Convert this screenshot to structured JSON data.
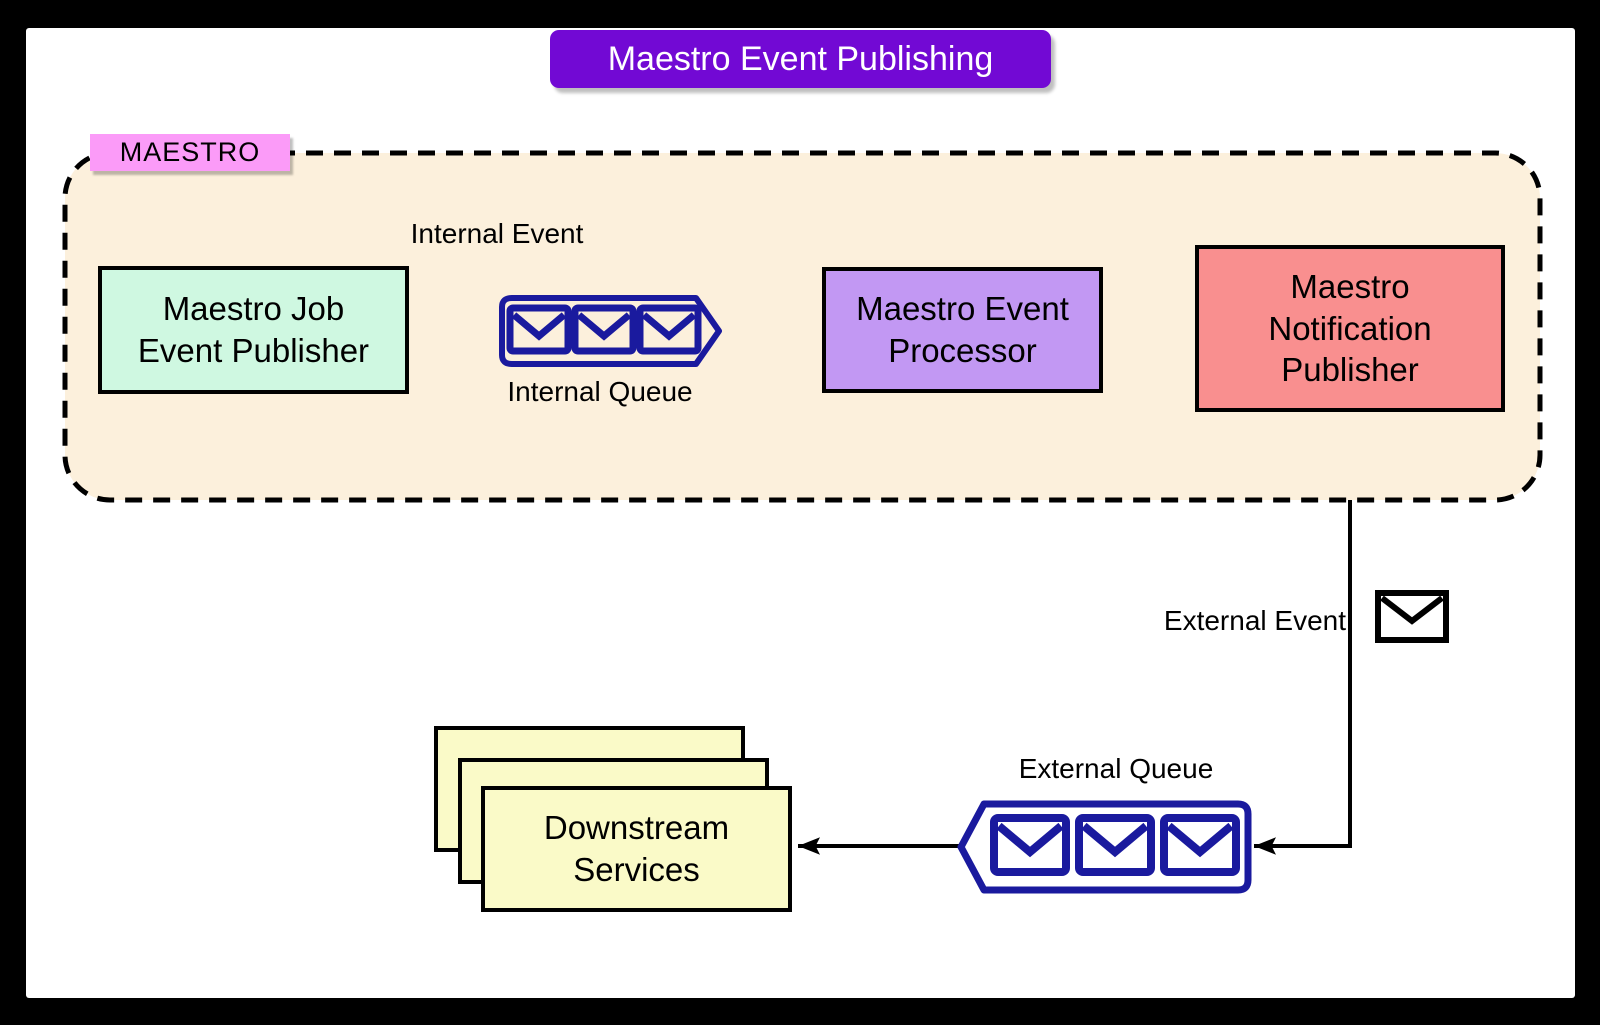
{
  "title": "Maestro Event Publishing",
  "maestro_group": {
    "label": "MAESTRO"
  },
  "nodes": {
    "job_event_publisher": "Maestro Job\nEvent Publisher",
    "event_processor": "Maestro Event\nProcessor",
    "notification_publisher": "Maestro\nNotification\nPublisher",
    "downstream_services": "Downstream\nServices"
  },
  "labels": {
    "internal_event": "Internal Event",
    "internal_queue": "Internal Queue",
    "external_event": "External Event",
    "external_queue": "External Queue"
  },
  "icons": {
    "internal_queue_envelope_count": 3,
    "external_queue_envelope_count": 3,
    "external_event_icon": "envelope-icon"
  },
  "colors": {
    "title_bg": "#7209D4",
    "maestro_tag_bg": "#FB9BF8",
    "group_fill": "#FCF0DC",
    "job_event_publisher_bg": "#CFF8E1",
    "event_processor_bg": "#C298F3",
    "notification_publisher_bg": "#F98F8F",
    "downstream_services_bg": "#FAFAC8",
    "queue_blue": "#1A1A9E",
    "line_black": "#000000"
  }
}
